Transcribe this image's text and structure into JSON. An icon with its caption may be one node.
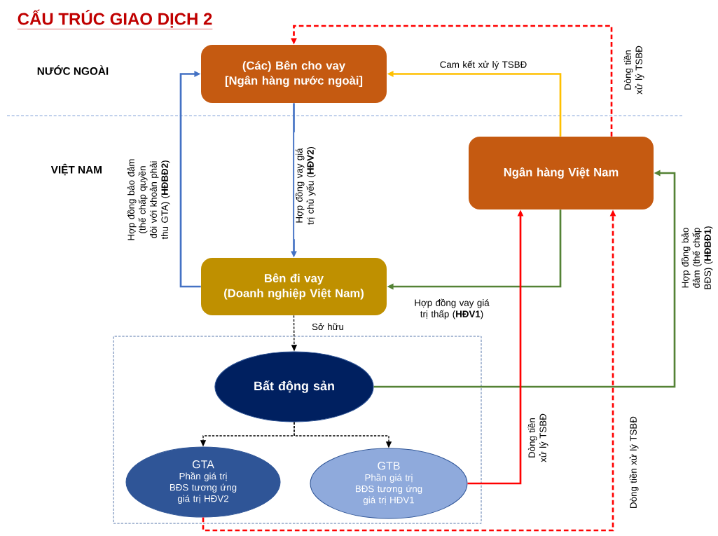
{
  "diagram": {
    "title": "CẤU TRÚC GIAO DỊCH 2",
    "nodes": [
      {
        "text": [
          "(Các) Bên cho vay",
          "[Ngân hàng nước ngoài]"
        ]
      },
      {
        "text": [
          "Ngân hàng Việt Nam"
        ]
      },
      {
        "text": [
          "Bên đi vay",
          "(Doanh nghiệp Việt Nam)"
        ]
      },
      {
        "text": [],
        "shape": "box"
      },
      {
        "text": [
          "Bất động sản"
        ],
        "in": 3
      },
      {
        "text": [
          "GTA",
          "Phần giá trị BĐS tương ứng giá trị HĐV2"
        ],
        "in": 3
      },
      {
        "text": [
          "GTB",
          "Phần giá trị BĐS tương ứng giá trị HĐV1"
        ],
        "in": 3
      }
    ],
    "edges": [
      {
        "from": 0,
        "to": 2,
        "arrow": "to",
        "color": "#4472c4",
        "label": "Hợp đồng vay giá trị chủ yếu (**HĐV2**)"
      },
      {
        "from": 2,
        "to": 0,
        "arrow": "to",
        "color": "#4472c4",
        "label": "Hợp đồng bảo đảm (thế chấp quyền đòi với khoản phải thu GTA) (**HĐBĐ2**)"
      },
      {
        "from": 1,
        "to": 0,
        "arrow": "to",
        "color": "#ffc000",
        "label": "Cam kết xử lý TSBĐ"
      },
      {
        "from": 1,
        "to": 2,
        "arrow": "to",
        "color": "#548235",
        "label": "Hợp đồng vay giá trị thấp (**HĐV1**)"
      },
      {
        "from": 4,
        "to": 1,
        "arrow": "to",
        "color": "#548235",
        "label": "Hợp đồng bảo đảm (thế chấp BĐS) (**HĐBĐ1**)"
      },
      {
        "from": 1,
        "to": 0,
        "arrow": "to",
        "color": "#ff0000",
        "style": "dashed",
        "label": "Dòng tiền xử lý TSBĐ"
      },
      {
        "from": 2,
        "to": 4,
        "arrow": "to",
        "color": "#000000",
        "style": "dashed",
        "label": "Sở hữu"
      },
      {
        "from": 4,
        "to": 5,
        "arrow": "to",
        "color": "#000000",
        "style": "dashed"
      },
      {
        "from": 4,
        "to": 6,
        "arrow": "to",
        "color": "#000000",
        "style": "dashed"
      },
      {
        "from": 6,
        "to": 1,
        "arrow": "to",
        "color": "#ff0000",
        "label": "Dòng tiền xử lý TSBĐ"
      },
      {
        "from": 5,
        "to": 1,
        "arrow": "to",
        "color": "#ff0000",
        "style": "dashed",
        "label": "Dòng tiền xử lý TSBĐ"
      }
    ],
    "labels": [
      "NƯỚC NGOÀI",
      "VIỆT NAM"
    ]
  }
}
